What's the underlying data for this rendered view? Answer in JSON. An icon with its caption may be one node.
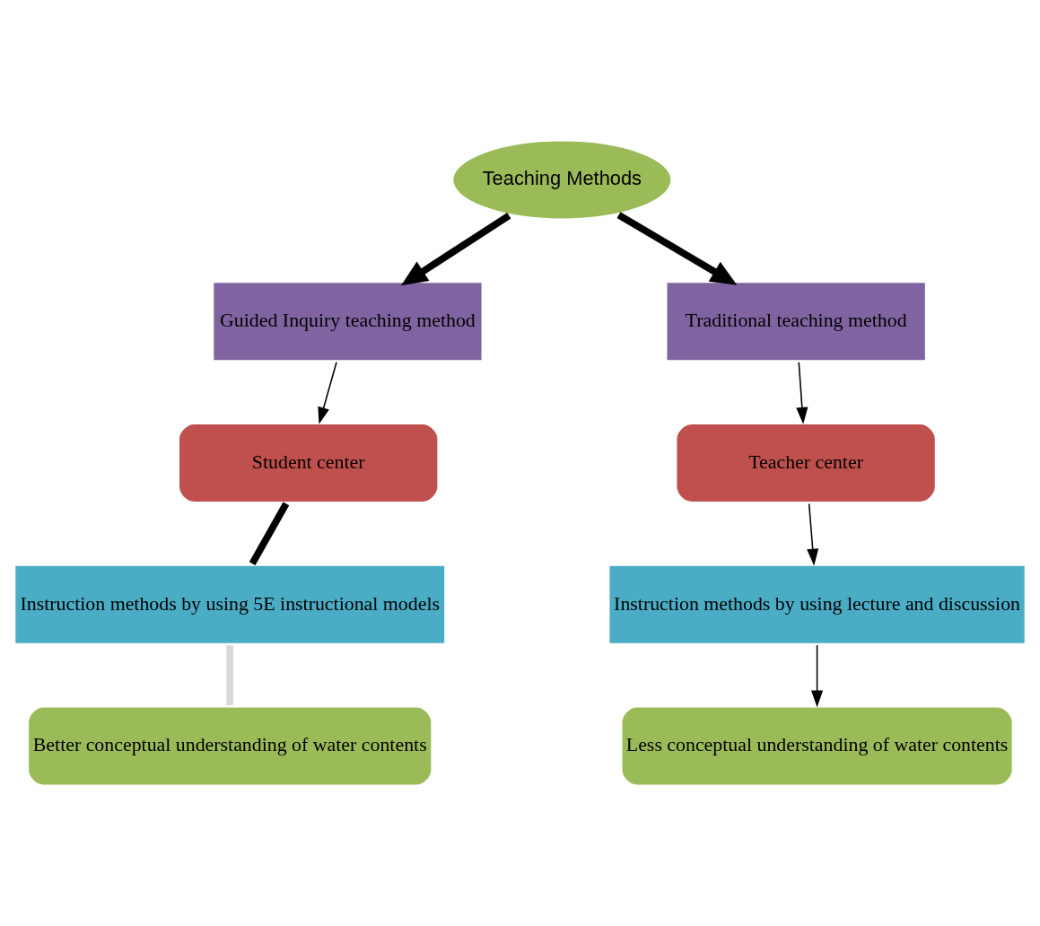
{
  "diagram": {
    "nodes": [
      {
        "text": [
          "Teaching Methods"
        ]
      },
      {
        "text": [
          "Guided Inquiry teaching method"
        ]
      },
      {
        "text": [
          "Traditional teaching method"
        ]
      },
      {
        "text": [
          "Student center"
        ]
      },
      {
        "text": [
          "Teacher center"
        ]
      },
      {
        "text": [
          "Instruction methods by using 5E instructional models"
        ]
      },
      {
        "text": [
          "Instruction methods by using lecture and discussion"
        ]
      },
      {
        "text": [
          "Better conceptual understanding of water contents"
        ]
      },
      {
        "text": [
          "Less conceptual understanding of water contents"
        ]
      }
    ],
    "edges": [
      {
        "from": 0,
        "to": 1,
        "arrow": "to",
        "style": "thick"
      },
      {
        "from": 0,
        "to": 2,
        "arrow": "to",
        "style": "thick"
      },
      {
        "from": 1,
        "to": 3,
        "arrow": "to"
      },
      {
        "from": 2,
        "to": 4,
        "arrow": "to"
      },
      {
        "from": 3,
        "to": 5,
        "arrow": "none",
        "style": "thick"
      },
      {
        "from": 4,
        "to": 6,
        "arrow": "to"
      },
      {
        "from": 5,
        "to": 7,
        "arrow": "none",
        "style": "thick",
        "color": "#d9d9d9"
      },
      {
        "from": 6,
        "to": 8,
        "arrow": "to"
      }
    ]
  }
}
